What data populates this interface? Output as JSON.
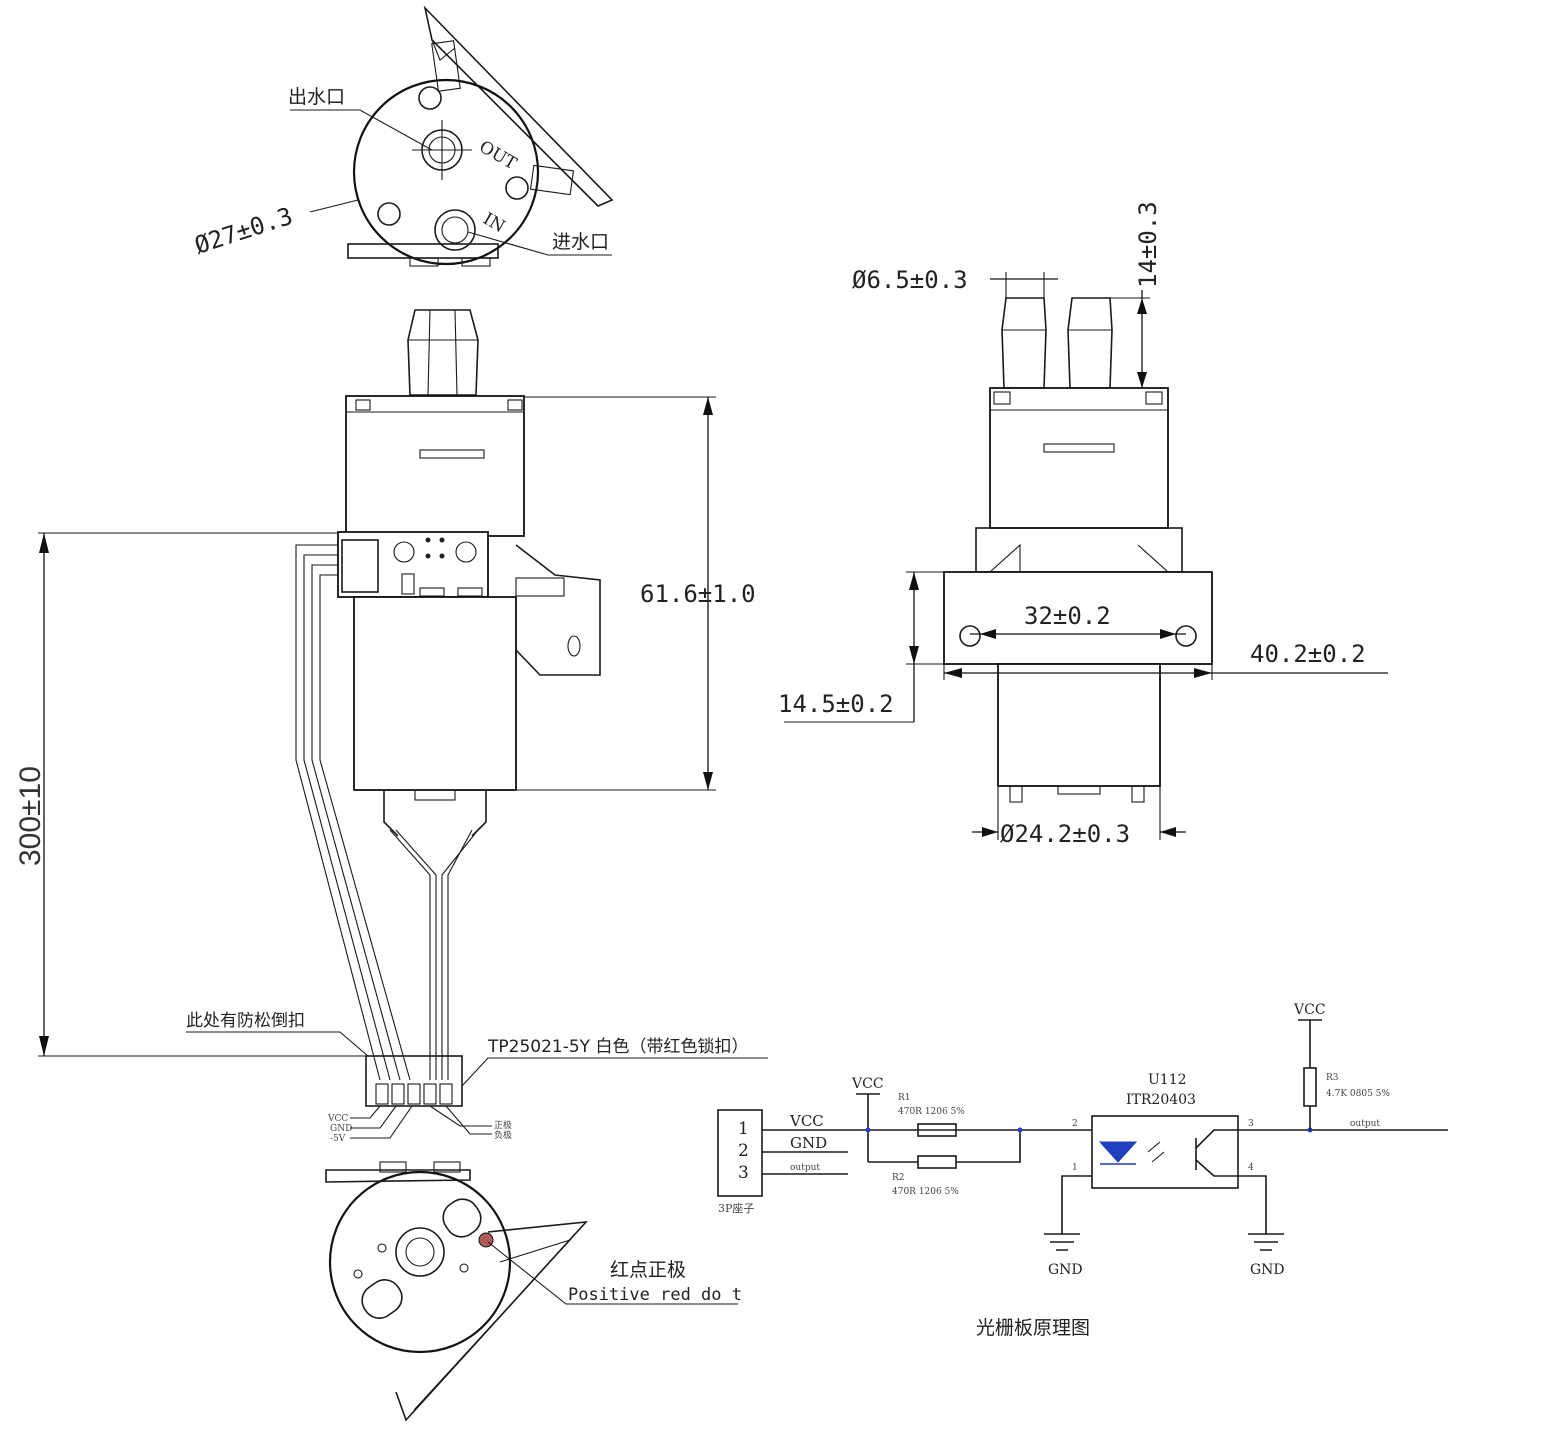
{
  "top_view": {
    "outlet_label": "出水口",
    "inlet_label": "进水口",
    "diameter_label": "Ø27±0.3",
    "out_marking": "OUT",
    "in_marking": "IN"
  },
  "front_view": {
    "height_dim": "61.6±1.0",
    "cable_length_dim": "300±10",
    "latch_note": "此处有防松倒扣",
    "connector_note": "TP25021-5Y 白色（带红色锁扣）",
    "left_wire_labels": [
      "VCC",
      "GND",
      "-5V"
    ],
    "right_wire_labels": [
      "正极",
      "负极"
    ]
  },
  "side_view": {
    "barb_diameter_dim": "Ø6.5±0.3",
    "barb_height_dim": "14±0.3",
    "hole_spacing_dim": "32±0.2",
    "flange_width_dim": "40.2±0.2",
    "flange_height_dim": "14.5±0.2",
    "motor_diameter_dim": "Ø24.2±0.3"
  },
  "bottom_view": {
    "positive_label_cn": "红点正极",
    "positive_label_en": "Positive red do t"
  },
  "schematic": {
    "title": "光栅板原理图",
    "connector_label": "3P座子",
    "pins": [
      "1",
      "2",
      "3"
    ],
    "pin_nets": [
      "VCC",
      "GND",
      "output"
    ],
    "vcc_label_1": "VCC",
    "vcc_label_2": "VCC",
    "r1_name": "R1",
    "r1_value": "470R 1206 5%",
    "r2_name": "R2",
    "r2_value": "470R 1206 5%",
    "r3_name": "R3",
    "r3_value": "4.7K 0805 5%",
    "ic_ref": "U112",
    "ic_part": "ITR20403",
    "ic_pins": [
      "1",
      "2",
      "3",
      "4"
    ],
    "output_net": "output",
    "gnd_label_1": "GND",
    "gnd_label_2": "GND"
  },
  "colors": {
    "line": "#111111",
    "led_blue": "#1f3fbf",
    "red_dot": "#b05a5a"
  }
}
